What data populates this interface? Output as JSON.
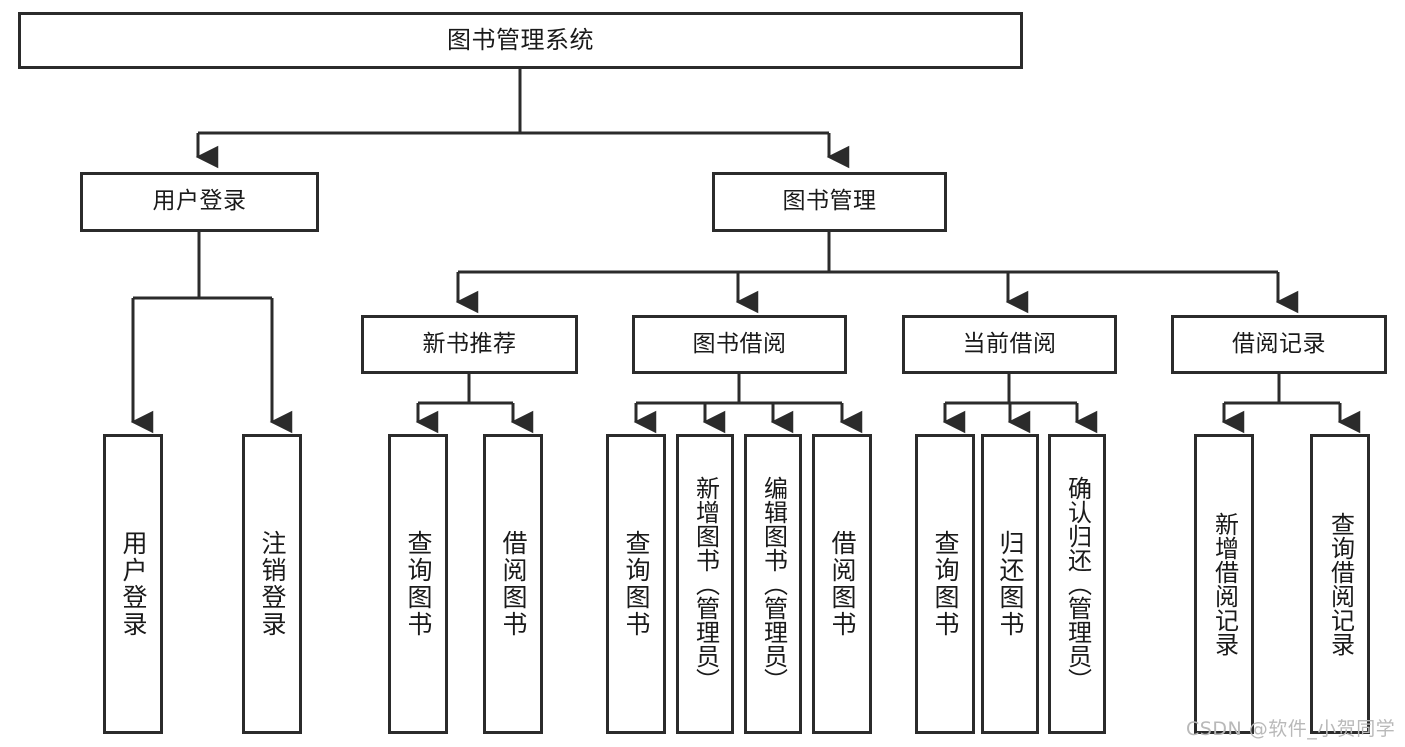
{
  "diagram": {
    "title": "图书管理系统",
    "watermark": "CSDN @软件_小贺同学",
    "colors": {
      "stroke": "#2b2b2b",
      "fill": "#ffffff",
      "text": "#1a1a1a",
      "watermark": "#b9b9b9"
    },
    "root": {
      "label": "图书管理系统"
    },
    "level2": {
      "user_login": {
        "label": "用户登录"
      },
      "book_manage": {
        "label": "图书管理"
      }
    },
    "level3": {
      "new_book": {
        "label": "新书推荐"
      },
      "borrow_book": {
        "label": "图书借阅"
      },
      "current_borrow": {
        "label": "当前借阅"
      },
      "borrow_record": {
        "label": "借阅记录"
      }
    },
    "leaves": {
      "user_login": [
        {
          "label": "用户登录"
        },
        {
          "label": "注销登录"
        }
      ],
      "new_book": [
        {
          "label": "查询图书"
        },
        {
          "label": "借阅图书"
        }
      ],
      "borrow_book": [
        {
          "label": "查询图书"
        },
        {
          "label": "新增图书（管理员）"
        },
        {
          "label": "编辑图书（管理员）"
        },
        {
          "label": "借阅图书"
        }
      ],
      "current_borrow": [
        {
          "label": "查询图书"
        },
        {
          "label": "归还图书"
        },
        {
          "label": "确认归还（管理员）"
        }
      ],
      "borrow_record": [
        {
          "label": "新增借阅记录"
        },
        {
          "label": "查询借阅记录"
        }
      ]
    }
  }
}
